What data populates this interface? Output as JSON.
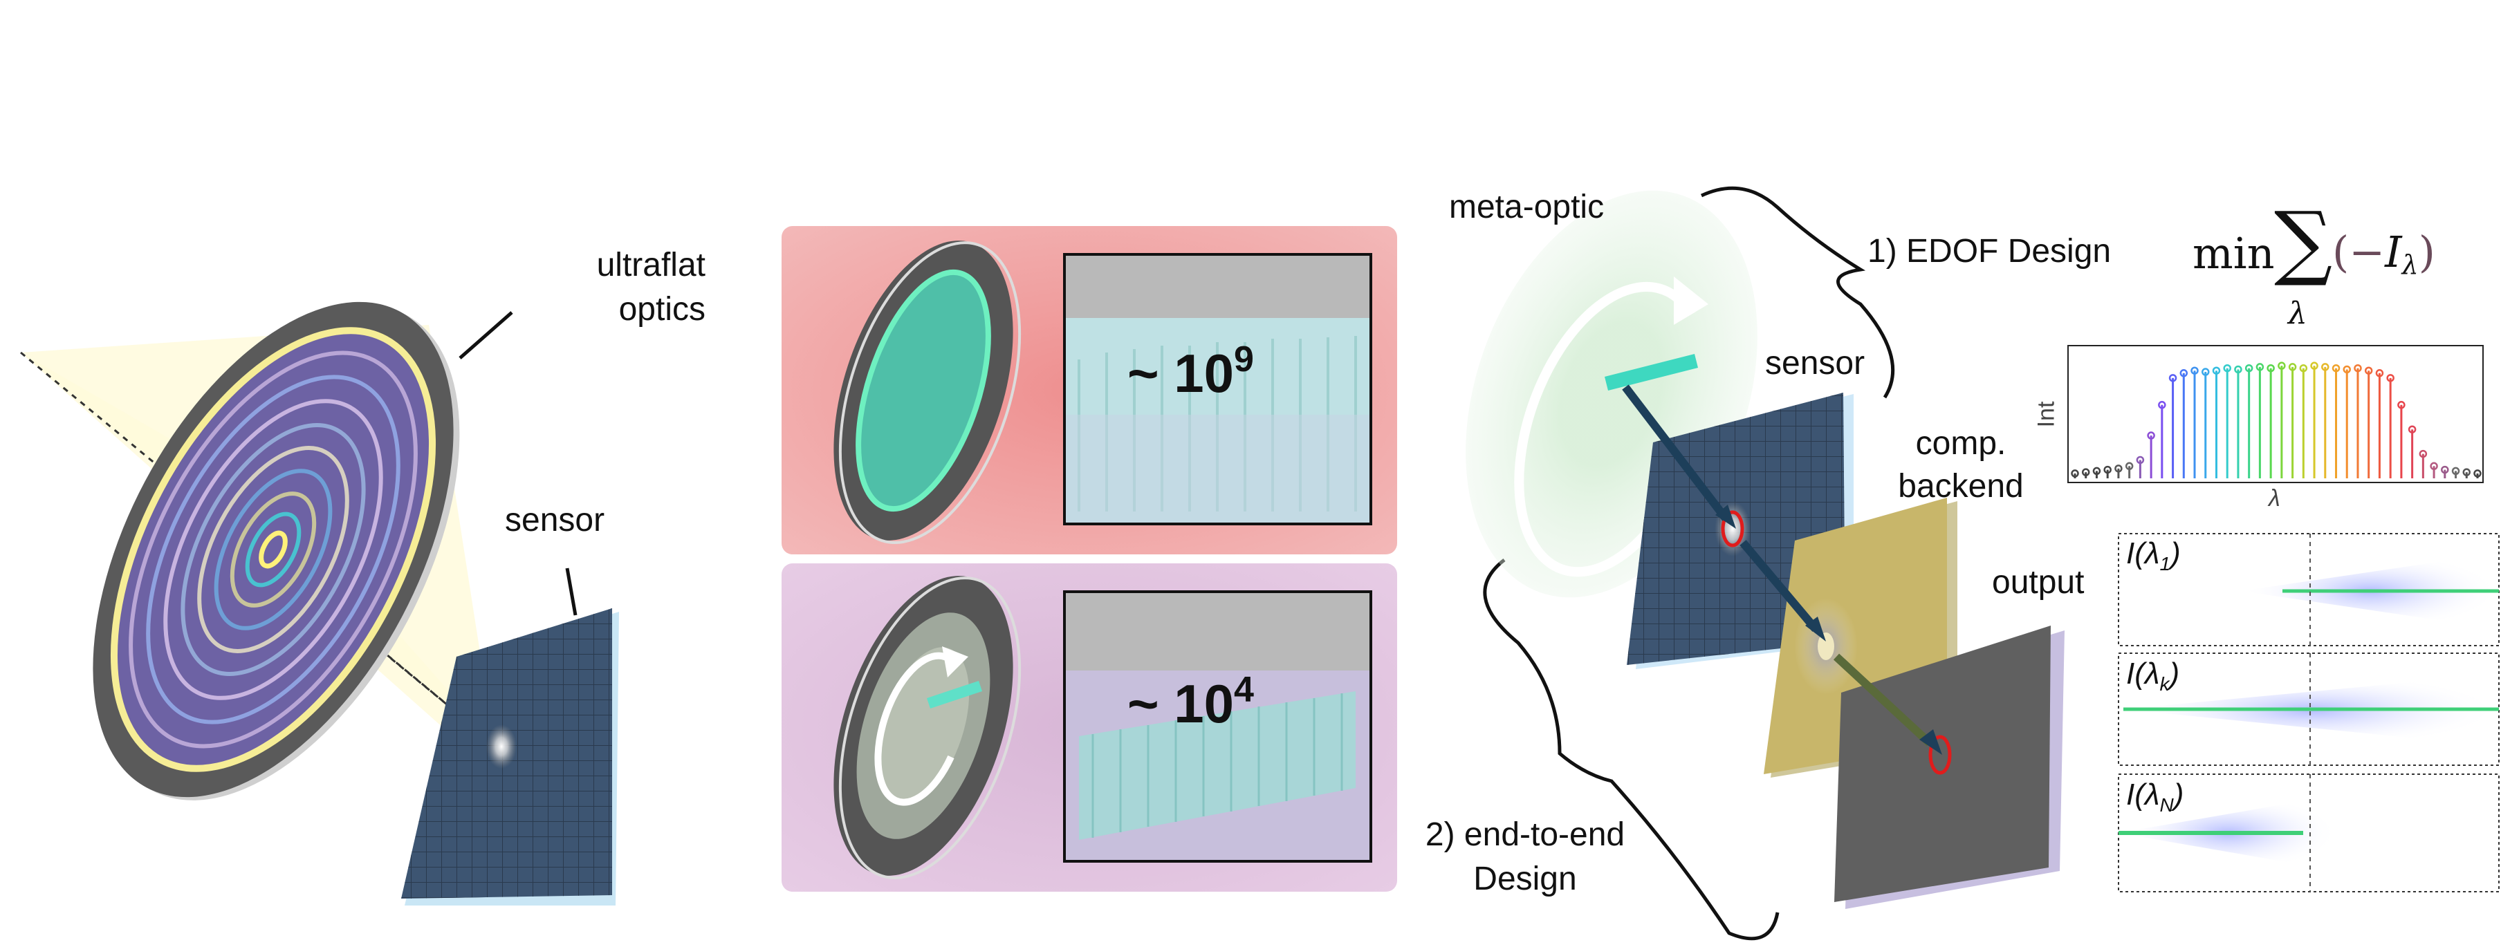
{
  "labels": {
    "ultraflat": "ultraflat",
    "optics": "optics",
    "sensor_left": "sensor",
    "meta_optic": "meta-optic",
    "edof_design": "1) EDOF Design",
    "sensor_right": "sensor",
    "comp": "comp.",
    "backend": "backend",
    "output": "output",
    "end_to_end": "2) end-to-end",
    "design": "Design"
  },
  "scale": {
    "top_prefix": "~ 10",
    "top_exp": "9",
    "bottom_prefix": "~ 10",
    "bottom_exp": "4"
  },
  "formula": {
    "min": "min",
    "sum": "∑",
    "sub": "λ",
    "body_open": "(−",
    "body_var": "I",
    "body_sub": "λ",
    "body_close": ")"
  },
  "chart_data": {
    "type": "bar",
    "ylabel": "Int",
    "xlabel": "λ",
    "values": [
      0.04,
      0.05,
      0.06,
      0.07,
      0.08,
      0.1,
      0.15,
      0.35,
      0.6,
      0.82,
      0.86,
      0.88,
      0.87,
      0.88,
      0.9,
      0.89,
      0.9,
      0.91,
      0.9,
      0.92,
      0.91,
      0.9,
      0.92,
      0.91,
      0.9,
      0.89,
      0.9,
      0.88,
      0.86,
      0.82,
      0.6,
      0.4,
      0.2,
      0.1,
      0.07,
      0.06,
      0.05,
      0.04
    ],
    "colors": [
      "#444444",
      "#444444",
      "#444444",
      "#444444",
      "#555555",
      "#666666",
      "#8a5bb5",
      "#8b4dd6",
      "#7a4ff0",
      "#5a5ff5",
      "#4a78f5",
      "#3f92f0",
      "#3aa8ea",
      "#33bde0",
      "#33cccc",
      "#33d0ae",
      "#3ad38a",
      "#4ad66a",
      "#5ad84e",
      "#7cd63c",
      "#9cd434",
      "#bcd02e",
      "#d6c82a",
      "#e6b82a",
      "#f0a22a",
      "#f38e2e",
      "#f27a34",
      "#f06a3a",
      "#ee5a40",
      "#ec4e46",
      "#e8454c",
      "#e04556",
      "#c94f6a",
      "#b45a80",
      "#9a5a8a",
      "#6a6a6a",
      "#555555",
      "#444444"
    ]
  },
  "panels": [
    {
      "label_var": "I(λ",
      "label_sub": "1",
      "label_close": ")"
    },
    {
      "label_var": "I(λ",
      "label_sub": "k",
      "label_close": ")"
    },
    {
      "label_var": "I(λ",
      "label_sub": "N",
      "label_close": ")"
    }
  ]
}
